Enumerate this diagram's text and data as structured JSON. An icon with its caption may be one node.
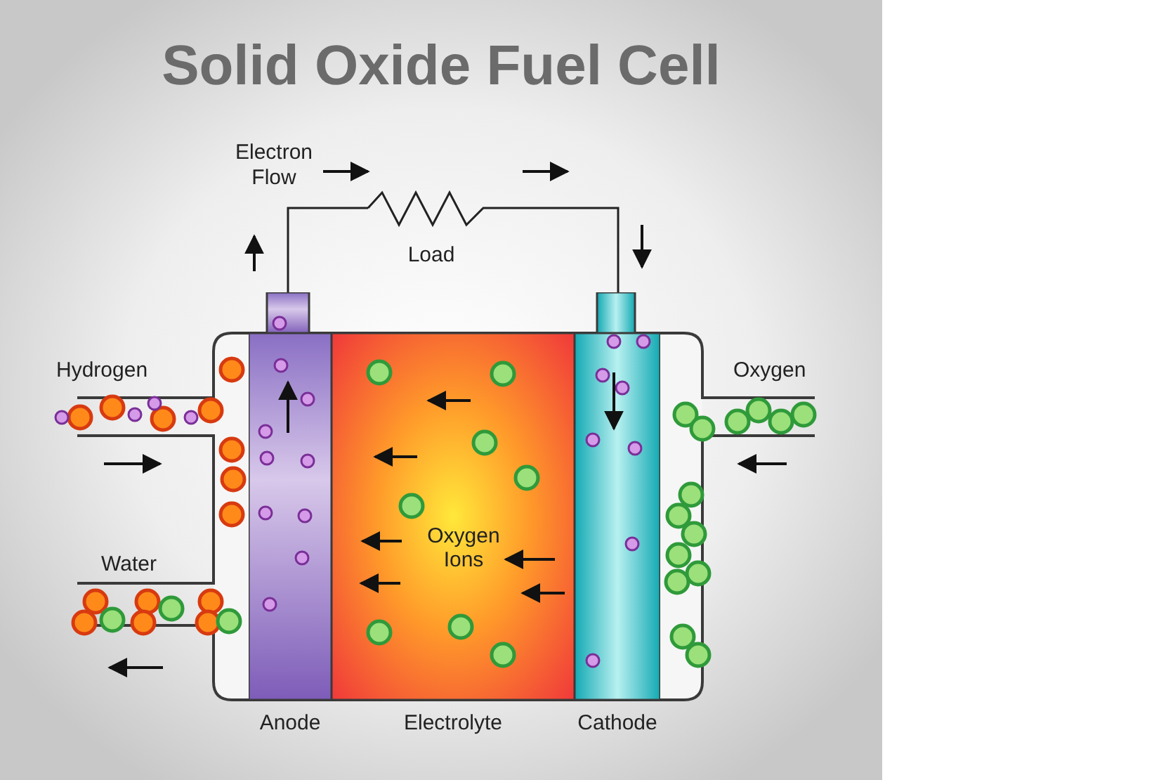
{
  "diagram": {
    "title": "Solid Oxide Fuel Cell",
    "nodes": [
      {
        "text": [
          "Anode"
        ]
      },
      {
        "text": [
          "Electrolyte"
        ]
      },
      {
        "text": [
          "Cathode"
        ]
      },
      {
        "text": [
          "Load"
        ]
      }
    ],
    "edges": [
      {
        "from": 0,
        "to": 3,
        "arrow": "none"
      },
      {
        "from": 3,
        "to": 2,
        "arrow": "none"
      }
    ],
    "labels": [
      "Electron Flow",
      "Hydrogen",
      "Oxygen",
      "Water",
      "Oxygen Ions"
    ]
  }
}
